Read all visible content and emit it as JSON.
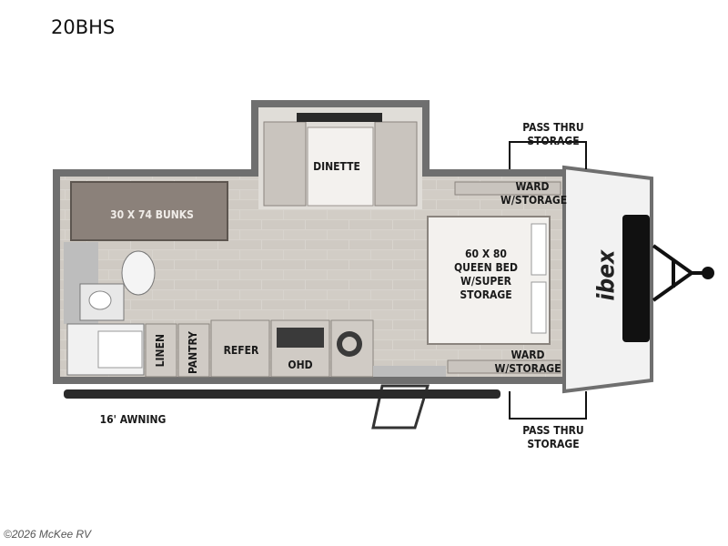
{
  "title": "20BHS",
  "labels": {
    "dinette": "DINETTE",
    "bunks": "30 X 74 BUNKS",
    "pass_thru_top": "PASS THRU STORAGE",
    "pass_thru_bottom": "PASS THRU STORAGE",
    "ward_top": "WARD\nW/STORAGE",
    "ward_bottom": "WARD\nW/STORAGE",
    "bed": "60 X 80\nQUEEN BED\nW/SUPER\nSTORAGE",
    "linen": "LINEN",
    "pantry": "PANTRY",
    "refer": "REFER",
    "ohd": "OHD",
    "awning": "16' AWNING"
  },
  "logo_text": "ibex",
  "watermark": "©2026 McKee RV",
  "colors": {
    "wall": "#7a7a7a",
    "floor": "#d6d2cc",
    "tile_line": "#c4bfb8",
    "bunk": "#8b817a"
  }
}
